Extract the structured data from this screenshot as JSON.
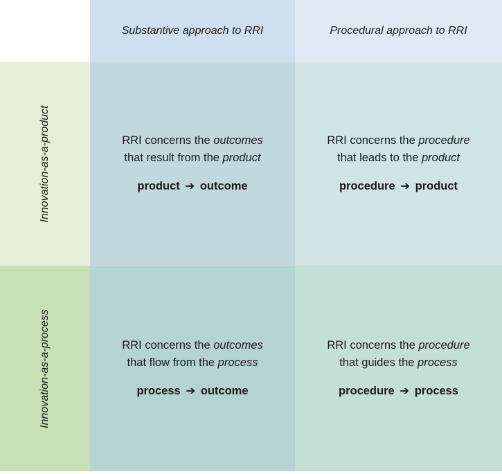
{
  "columns": [
    {
      "label": "Substantive approach to RRI",
      "color": "#cedff0"
    },
    {
      "label": "Procedural approach to RRI",
      "color": "#dfeaf5"
    }
  ],
  "rows": [
    {
      "label": "Innovation-as-a-product",
      "color": "#e5eed9"
    },
    {
      "label": "Innovation-as-a-process",
      "color": "#c9dfb6"
    }
  ],
  "cells": {
    "r1c1": {
      "pre": "RRI concerns the ",
      "em1": "outcomes",
      "mid": "that result from the ",
      "em2": "product",
      "left": "product",
      "arrow": "➔",
      "right": "outcome",
      "color": "#c0d8de"
    },
    "r1c2": {
      "pre": "RRI concerns the ",
      "em1": "procedure",
      "mid": "that leads to the ",
      "em2": "product",
      "left": "procedure",
      "arrow": "➔",
      "right": "product",
      "color": "#d1e4e3"
    },
    "r2c1": {
      "pre": "RRI concerns the ",
      "em1": "outcomes",
      "mid": "that flow from the ",
      "em2": "process",
      "left": "process",
      "arrow": "➔",
      "right": "outcome",
      "color": "#b5d3d0"
    },
    "r2c2": {
      "pre": "RRI concerns the ",
      "em1": "procedure",
      "mid": "that guides the ",
      "em2": "process",
      "left": "procedure",
      "arrow": "➔",
      "right": "process",
      "color": "#c4dfd6"
    }
  }
}
